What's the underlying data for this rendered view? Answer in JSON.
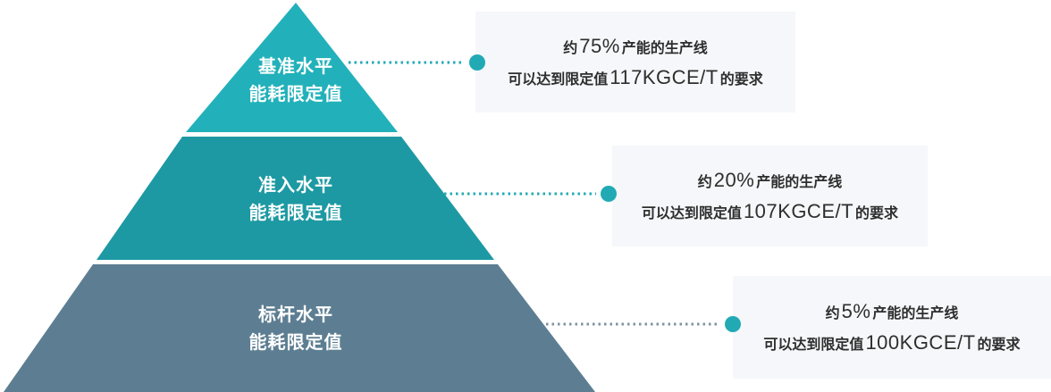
{
  "pyramid": {
    "tiers": [
      {
        "name": "benchmark-baseline-level",
        "label_line1": "基准水平",
        "label_line2": "能耗限定值",
        "color": "#22b1ba"
      },
      {
        "name": "entry-level",
        "label_line1": "准入水平",
        "label_line2": "能耗限定值",
        "color": "#1d99a3"
      },
      {
        "name": "pacesetter-level",
        "label_line1": "标杆水平",
        "label_line2": "能耗限定值",
        "color": "#5d7e92"
      }
    ]
  },
  "callouts": [
    {
      "line1": {
        "pre": "约",
        "num": "75%",
        "post": "产能的生产线"
      },
      "line2": {
        "pre": "可以达到限定值",
        "num": "117KGCE/T",
        "post": "的要求"
      }
    },
    {
      "line1": {
        "pre": "约",
        "num": "20%",
        "post": "产能的生产线"
      },
      "line2": {
        "pre": "可以达到限定值",
        "num": "107KGCE/T",
        "post": "的要求"
      }
    },
    {
      "line1": {
        "pre": "约",
        "num": "5%",
        "post": "产能的生产线"
      },
      "line2": {
        "pre": "可以达到限定值",
        "num": "100KGCE/T",
        "post": "的要求"
      }
    }
  ],
  "colors": {
    "connector_teal": "#22aab4",
    "connector_slate": "#7e939f",
    "box_bg": "#f6f7fa",
    "text": "#2e2e2e",
    "label_text": "#ffffff"
  }
}
